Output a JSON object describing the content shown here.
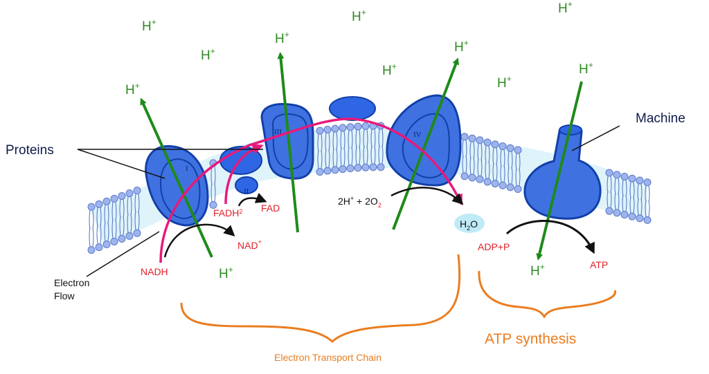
{
  "colors": {
    "protein_fill": "#3f72e0",
    "protein_stroke": "#123fa8",
    "lipid_head": "#9db4ee",
    "lipid_head_stroke": "#5a79c8",
    "membrane_fill": "#dff3fb",
    "proton_arrow": "#1f8a1a",
    "electron_arrow": "#e8197a",
    "reaction_arrow": "#111111",
    "label_red": "#e0202a",
    "label_green": "#2e8b22",
    "brace": "#ea7d1f",
    "callout_text": "#0e1a4a"
  },
  "labels": {
    "proteins": "Proteins",
    "machine": "Machine",
    "electron_flow_line1": "Electron",
    "electron_flow_line2": "Flow",
    "nadh": "NADH",
    "nad": "NAD",
    "nad_sup": "+",
    "fadh_base": "FADH",
    "fadh_sup": "2",
    "fad": "FAD",
    "reaction_2h": "2H",
    "reaction_plus_sup": "+",
    "reaction_mid": " + 2O",
    "reaction_sub": "2",
    "h2o_h": "H",
    "h2o_sub": "2",
    "h2o_o": "O",
    "adp_p": "ADP+P",
    "atp": "ATP",
    "atp_synthesis": "ATP synthesis",
    "electron_transport_chain": "Electron Transport Chain",
    "proton": "H",
    "proton_sup": "+"
  },
  "complexes": {
    "i": "I",
    "ii": "II",
    "iii": "III",
    "iv": "IV"
  }
}
